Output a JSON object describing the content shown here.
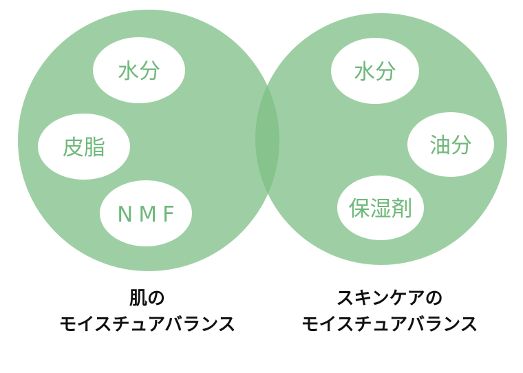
{
  "colors": {
    "circle_fill": "#7dbf85",
    "circle_opacity": 0.75,
    "pill_fill": "#ffffff",
    "pill_text": "#6fb87a",
    "caption_text": "#111111"
  },
  "left_circle": {
    "items": [
      "水分",
      "皮脂",
      "NMF"
    ],
    "caption_line1": "肌の",
    "caption_line2": "モイスチュアバランス"
  },
  "right_circle": {
    "items": [
      "水分",
      "油分",
      "保湿剤"
    ],
    "caption_line1": "スキンケアの",
    "caption_line2": "モイスチュアバランス"
  }
}
